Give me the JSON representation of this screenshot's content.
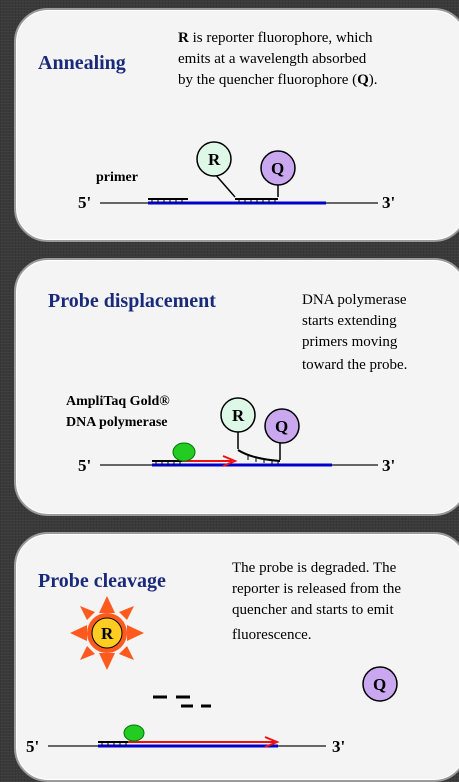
{
  "colors": {
    "title": "#1a2a7a",
    "dna_strand": "#0000cc",
    "extension": "#ee1111",
    "reporter": "#ddf8e6",
    "quencher": "#c9a8ef",
    "polymerase": "#22cc22",
    "starburst": "#ff5a1e",
    "sun_center": "#ffcc22"
  },
  "annealing": {
    "title": "Annealing",
    "desc_line1_bold": "R",
    "desc_line1_rest": " is reporter fluorophore, which",
    "desc_line2": "emits at a wavelength absorbed",
    "desc_line3_pre": "by the quencher fluorophore (",
    "desc_line3_bold": "Q",
    "desc_line3_post": ").",
    "primer_label": "primer",
    "end5": "5'",
    "end3": "3'",
    "reporter": "R",
    "quencher": "Q"
  },
  "displacement": {
    "title": "Probe displacement",
    "desc": [
      "DNA polymerase",
      "starts extending",
      "primers moving",
      "toward the probe."
    ],
    "polymerase_label_1": "AmpliTaq Gold®",
    "polymerase_label_2": "DNA polymerase",
    "end5": "5'",
    "end3": "3'",
    "reporter": "R",
    "quencher": "Q"
  },
  "cleavage": {
    "title": "Probe cleavage",
    "desc": [
      "The probe is degraded. The",
      "reporter is released from the",
      "quencher and starts to emit",
      "fluorescence."
    ],
    "end5": "5'",
    "end3": "3'",
    "reporter": "R",
    "quencher": "Q"
  }
}
